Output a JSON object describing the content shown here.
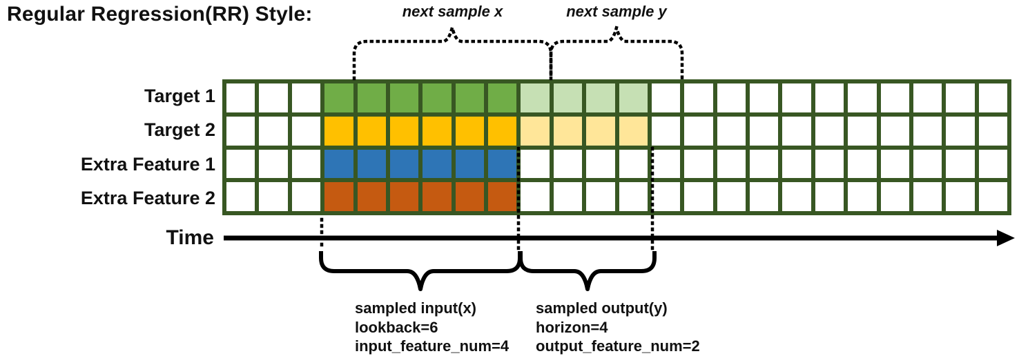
{
  "title": "Regular Regression(RR) Style:",
  "top_annotations": {
    "next_sample_x": "next sample x",
    "next_sample_y": "next sample y"
  },
  "time_axis": {
    "label": "Time"
  },
  "grid": {
    "columns": 24,
    "rows": [
      {
        "label": "Target 1",
        "cells": [
          "w",
          "w",
          "w",
          "g",
          "g",
          "g",
          "g",
          "g",
          "g",
          "gl",
          "gl",
          "gl",
          "gl",
          "w",
          "w",
          "w",
          "w",
          "w",
          "w",
          "w",
          "w",
          "w",
          "w",
          "w"
        ]
      },
      {
        "label": "Target 2",
        "cells": [
          "w",
          "w",
          "w",
          "y",
          "y",
          "y",
          "y",
          "y",
          "y",
          "yl",
          "yl",
          "yl",
          "yl",
          "w",
          "w",
          "w",
          "w",
          "w",
          "w",
          "w",
          "w",
          "w",
          "w",
          "w"
        ]
      },
      {
        "label": "Extra Feature 1",
        "cells": [
          "w",
          "w",
          "w",
          "b",
          "b",
          "b",
          "b",
          "b",
          "b",
          "w",
          "w",
          "w",
          "w",
          "w",
          "w",
          "w",
          "w",
          "w",
          "w",
          "w",
          "w",
          "w",
          "w",
          "w"
        ]
      },
      {
        "label": "Extra Feature 2",
        "cells": [
          "w",
          "w",
          "w",
          "o",
          "o",
          "o",
          "o",
          "o",
          "o",
          "w",
          "w",
          "w",
          "w",
          "w",
          "w",
          "w",
          "w",
          "w",
          "w",
          "w",
          "w",
          "w",
          "w",
          "w"
        ]
      }
    ]
  },
  "cell_colors": {
    "w": "#FFFFFF",
    "g": "#70AD47",
    "gl": "#C6E0B4",
    "y": "#FFC000",
    "yl": "#FFE699",
    "b": "#2E75B6",
    "o": "#C55A11"
  },
  "line_color": "#385723",
  "bottom_notes": {
    "input": [
      "sampled input(x)",
      "lookback=6",
      "input_feature_num=4"
    ],
    "output": [
      "sampled output(y)",
      "horizon=4",
      "output_feature_num=2"
    ]
  }
}
